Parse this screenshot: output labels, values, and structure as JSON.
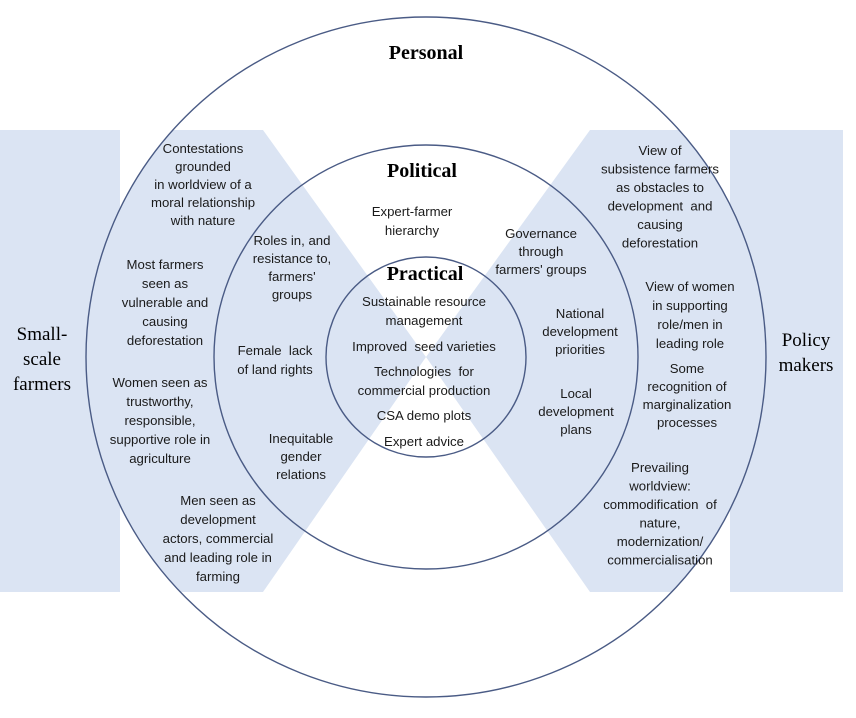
{
  "colors": {
    "band": "#dbe4f3",
    "ring": "#4a5b85",
    "text": "#1a1a1a"
  },
  "headings": {
    "personal": "Personal",
    "political": "Political",
    "practical": "Practical"
  },
  "sides": {
    "left": [
      "Small-",
      "scale",
      "farmers"
    ],
    "right": [
      "Policy",
      "makers"
    ]
  },
  "left_personal": {
    "contestations": [
      "Contestations",
      "grounded",
      "in worldview of a",
      "moral relationship",
      "with nature"
    ],
    "most_farmers": [
      "Most farmers",
      "seen as",
      "vulnerable and",
      "causing",
      "deforestation"
    ],
    "women": [
      "Women seen as",
      "trustworthy,",
      "responsible,",
      "supportive role in",
      "agriculture"
    ],
    "men": [
      "Men seen as",
      "development",
      "actors, commercial",
      "and leading role in",
      "farming"
    ]
  },
  "left_political": {
    "roles": [
      "Roles in, and",
      "resistance to,",
      "farmers'",
      "groups"
    ],
    "land": [
      "Female  lack",
      "of land rights"
    ],
    "gender": [
      "Inequitable",
      "gender",
      "relations"
    ]
  },
  "center_political": {
    "hierarchy": [
      "Expert-farmer",
      "hierarchy"
    ]
  },
  "right_political": {
    "governance": [
      "Governance",
      "through",
      "farmers' groups"
    ],
    "national": [
      "National",
      "development",
      "priorities"
    ],
    "local": [
      "Local",
      "development",
      "plans"
    ]
  },
  "practical_items": [
    [
      "Sustainable resource",
      "management"
    ],
    [
      "Improved  seed varieties"
    ],
    [
      "Technologies  for",
      "commercial production"
    ],
    [
      "CSA demo plots"
    ],
    [
      "Expert advice"
    ]
  ],
  "right_personal": {
    "view_subsistence": [
      "View of",
      "subsistence farmers",
      "as obstacles to",
      "development  and",
      "causing",
      "deforestation"
    ],
    "view_women": [
      "View of women",
      "in supporting",
      "role/men in",
      "leading role"
    ],
    "recognition": [
      "Some",
      "recognition of",
      "marginalization",
      "processes"
    ],
    "worldview": [
      "Prevailing",
      "worldview:",
      "commodification  of",
      "nature,",
      "modernization/",
      "commercialisation"
    ]
  }
}
